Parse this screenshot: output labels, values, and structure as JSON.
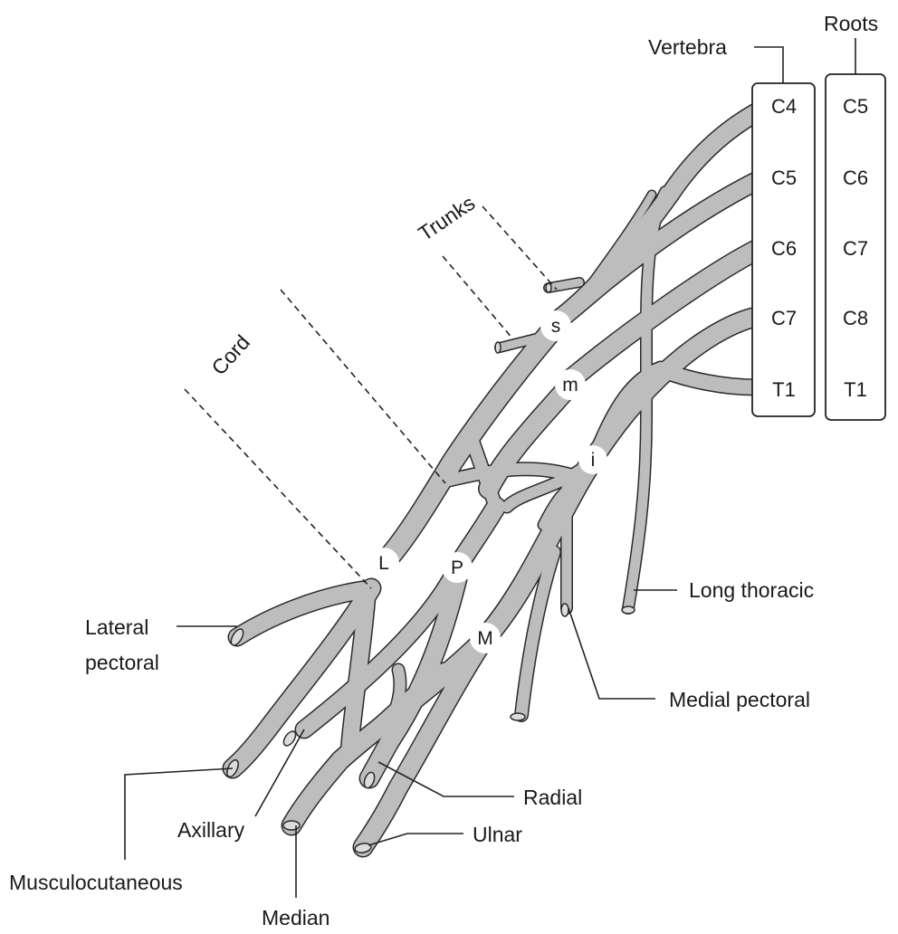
{
  "labels": {
    "vertebra": "Vertebra",
    "roots": "Roots",
    "trunks": "Trunks",
    "cord": "Cord",
    "long_thoracic": "Long thoracic",
    "lateral_pectoral_line1": "Lateral",
    "lateral_pectoral_line2": "pectoral",
    "medial_pectoral": "Medial pectoral",
    "radial": "Radial",
    "ulnar": "Ulnar",
    "axillary": "Axillary",
    "musculocutaneous": "Musculocutaneous",
    "median": "Median"
  },
  "vertebra_levels": [
    "C4",
    "C5",
    "C6",
    "C7",
    "T1"
  ],
  "root_levels": [
    "C5",
    "C6",
    "C7",
    "C8",
    "T1"
  ],
  "trunk_nodes": {
    "superior": "s",
    "middle": "m",
    "inferior": "i"
  },
  "cord_nodes": {
    "lateral": "L",
    "posterior": "P",
    "medial": "M"
  },
  "colors": {
    "nerve_fill": "#bdbdbd",
    "nerve_outline": "#2b2b2b",
    "line": "#222222",
    "background": "#ffffff"
  }
}
